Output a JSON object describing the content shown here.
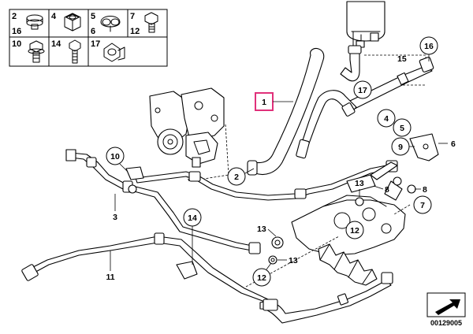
{
  "legend": {
    "cells": [
      {
        "labels": [
          "2",
          "16"
        ],
        "icon": "hose-clamp-icon"
      },
      {
        "labels": [
          "4"
        ],
        "icon": "hex-nut-icon"
      },
      {
        "labels": [
          "5",
          "6"
        ],
        "icon": "pipe-clip-icon"
      },
      {
        "labels": [
          "7",
          "12"
        ],
        "icon": "hollow-bolt-icon"
      },
      {
        "labels": [
          "10"
        ],
        "icon": "flange-bolt-icon"
      },
      {
        "labels": [
          "14"
        ],
        "icon": "hex-screw-icon"
      },
      {
        "labels": [
          "17"
        ],
        "icon": "bracket-clip-icon"
      }
    ]
  },
  "callouts": {
    "c1": "1",
    "c2": "2",
    "c3": "3",
    "c4": "4",
    "c5": "5",
    "c6": "6",
    "c7": "7",
    "c8a": "8",
    "c8b": "8",
    "c9": "9",
    "c10": "10",
    "c11": "11",
    "c12a": "12",
    "c12b": "12",
    "c13a": "13",
    "c13b": "13",
    "c13c": "13",
    "c14": "14",
    "c15": "15",
    "c16": "16",
    "c17": "17"
  },
  "drawing_id": "00129005",
  "colors": {
    "highlight": "#e0307a",
    "ink": "#000000",
    "paper": "#ffffff"
  }
}
